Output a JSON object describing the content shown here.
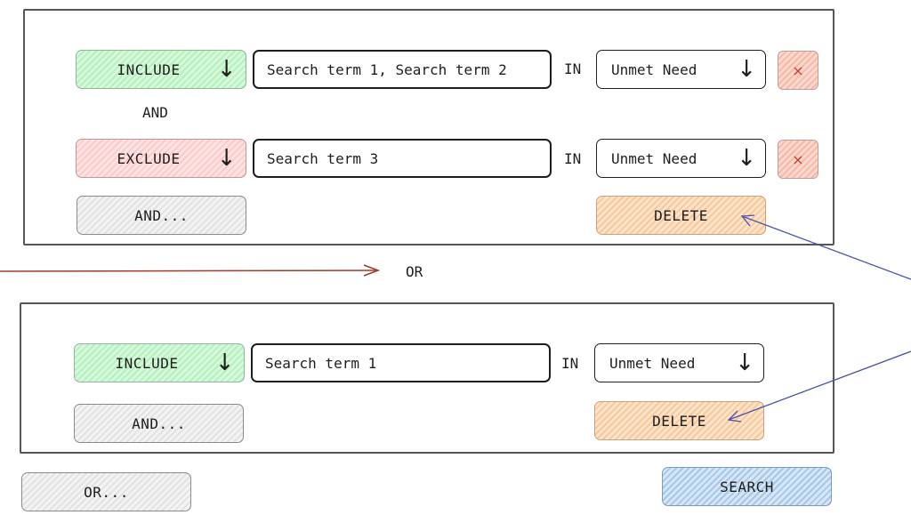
{
  "groups": [
    {
      "rows": [
        {
          "mode": "INCLUDE",
          "terms": "Search term 1, Search term 2",
          "in_label": "IN",
          "field": "Unmet Need",
          "remove_label": "×"
        },
        {
          "mode": "EXCLUDE",
          "terms": "Search term 3",
          "in_label": "IN",
          "field": "Unmet Need",
          "remove_label": "×"
        }
      ],
      "joiner_label": "AND",
      "add_and_label": "AND...",
      "delete_label": "DELETE"
    },
    {
      "rows": [
        {
          "mode": "INCLUDE",
          "terms": "Search term 1",
          "in_label": "IN",
          "field": "Unmet Need"
        }
      ],
      "add_and_label": "AND...",
      "delete_label": "DELETE"
    }
  ],
  "or_label": "OR",
  "add_or_label": "OR...",
  "search_label": "SEARCH",
  "icons": {
    "dropdown": "arrow-down-icon",
    "remove": "close-icon"
  },
  "colors": {
    "include": "#b2f2bb",
    "exclude": "#ffc9c9",
    "delete": "#f7c99a",
    "search": "#a5c8e8",
    "neutral": "#e2e2e2",
    "or_arrow": "#a33a2a",
    "pointer_lines": "#4a55a8"
  }
}
